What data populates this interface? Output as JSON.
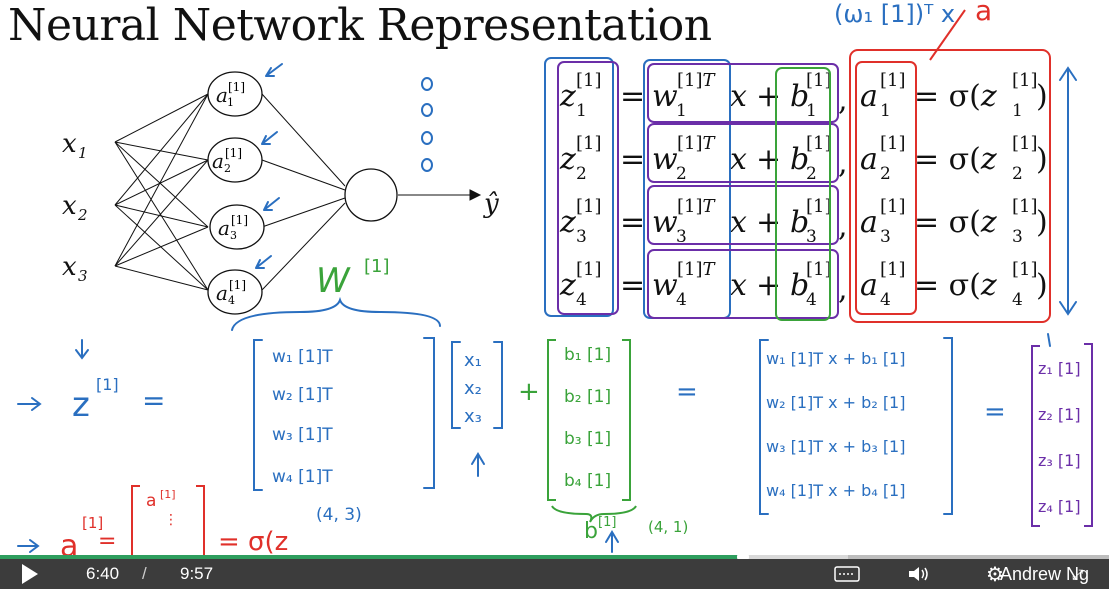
{
  "slide": {
    "title": "Neural Network Representation",
    "inputs": [
      "x",
      "x",
      "x"
    ],
    "input_subs": [
      "1",
      "2",
      "3"
    ],
    "hidden_nodes": [
      "a",
      "a",
      "a",
      "a"
    ],
    "output_label": "ŷ",
    "equations": [
      {
        "z": "z",
        "sub": "1",
        "sup": "[1]",
        "w": "w",
        "b": "b",
        "a": "a"
      },
      {
        "z": "z",
        "sub": "2",
        "sup": "[1]",
        "w": "w",
        "b": "b",
        "a": "a"
      },
      {
        "z": "z",
        "sub": "3",
        "sup": "[1]",
        "w": "w",
        "b": "b",
        "a": "a"
      },
      {
        "z": "z",
        "sub": "4",
        "sup": "[1]",
        "w": "w",
        "b": "b",
        "a": "a"
      }
    ],
    "handwritten": {
      "W_label": "W",
      "W_sup": "[1]",
      "z_label": "z",
      "z_sup": "[1]",
      "W_rows": [
        "w₁ [1]T",
        "w₂ [1]T",
        "w₃ [1]T",
        "w₄ [1]T"
      ],
      "x_vector": [
        "x₁",
        "x₂",
        "x₃"
      ],
      "b_vector": [
        "b₁ [1]",
        "b₂ [1]",
        "b₃ [1]",
        "b₄ [1]"
      ],
      "b_label": "b",
      "b_sup": "[1]",
      "W_shape": "(4, 3)",
      "b_shape": "(4, 1)",
      "result_rows": [
        "w₁ [1]T x + b₁ [1]",
        "w₂ [1]T x + b₂ [1]",
        "w₃ [1]T x + b₃ [1]",
        "w₄ [1]T x + b₄ [1]"
      ],
      "z_vector": [
        "z₁ [1]",
        "z₂ [1]",
        "z₃ [1]",
        "z₄ [1]"
      ],
      "a_label": "a",
      "a_sup": "[1]",
      "sigma_expr": "= σ(z",
      "top_scribble": "(ω₁ [1])ᵀ x",
      "top_a": "a"
    }
  },
  "player": {
    "current_time": "6:40",
    "separator": "/",
    "duration": "9:57",
    "played_fraction": 0.67,
    "buffered_fraction": 0.765,
    "watermark": "Andrew Ng",
    "icons": [
      "play-icon",
      "captions-icon",
      "volume-icon",
      "settings-icon",
      "fullscreen-icon"
    ]
  }
}
